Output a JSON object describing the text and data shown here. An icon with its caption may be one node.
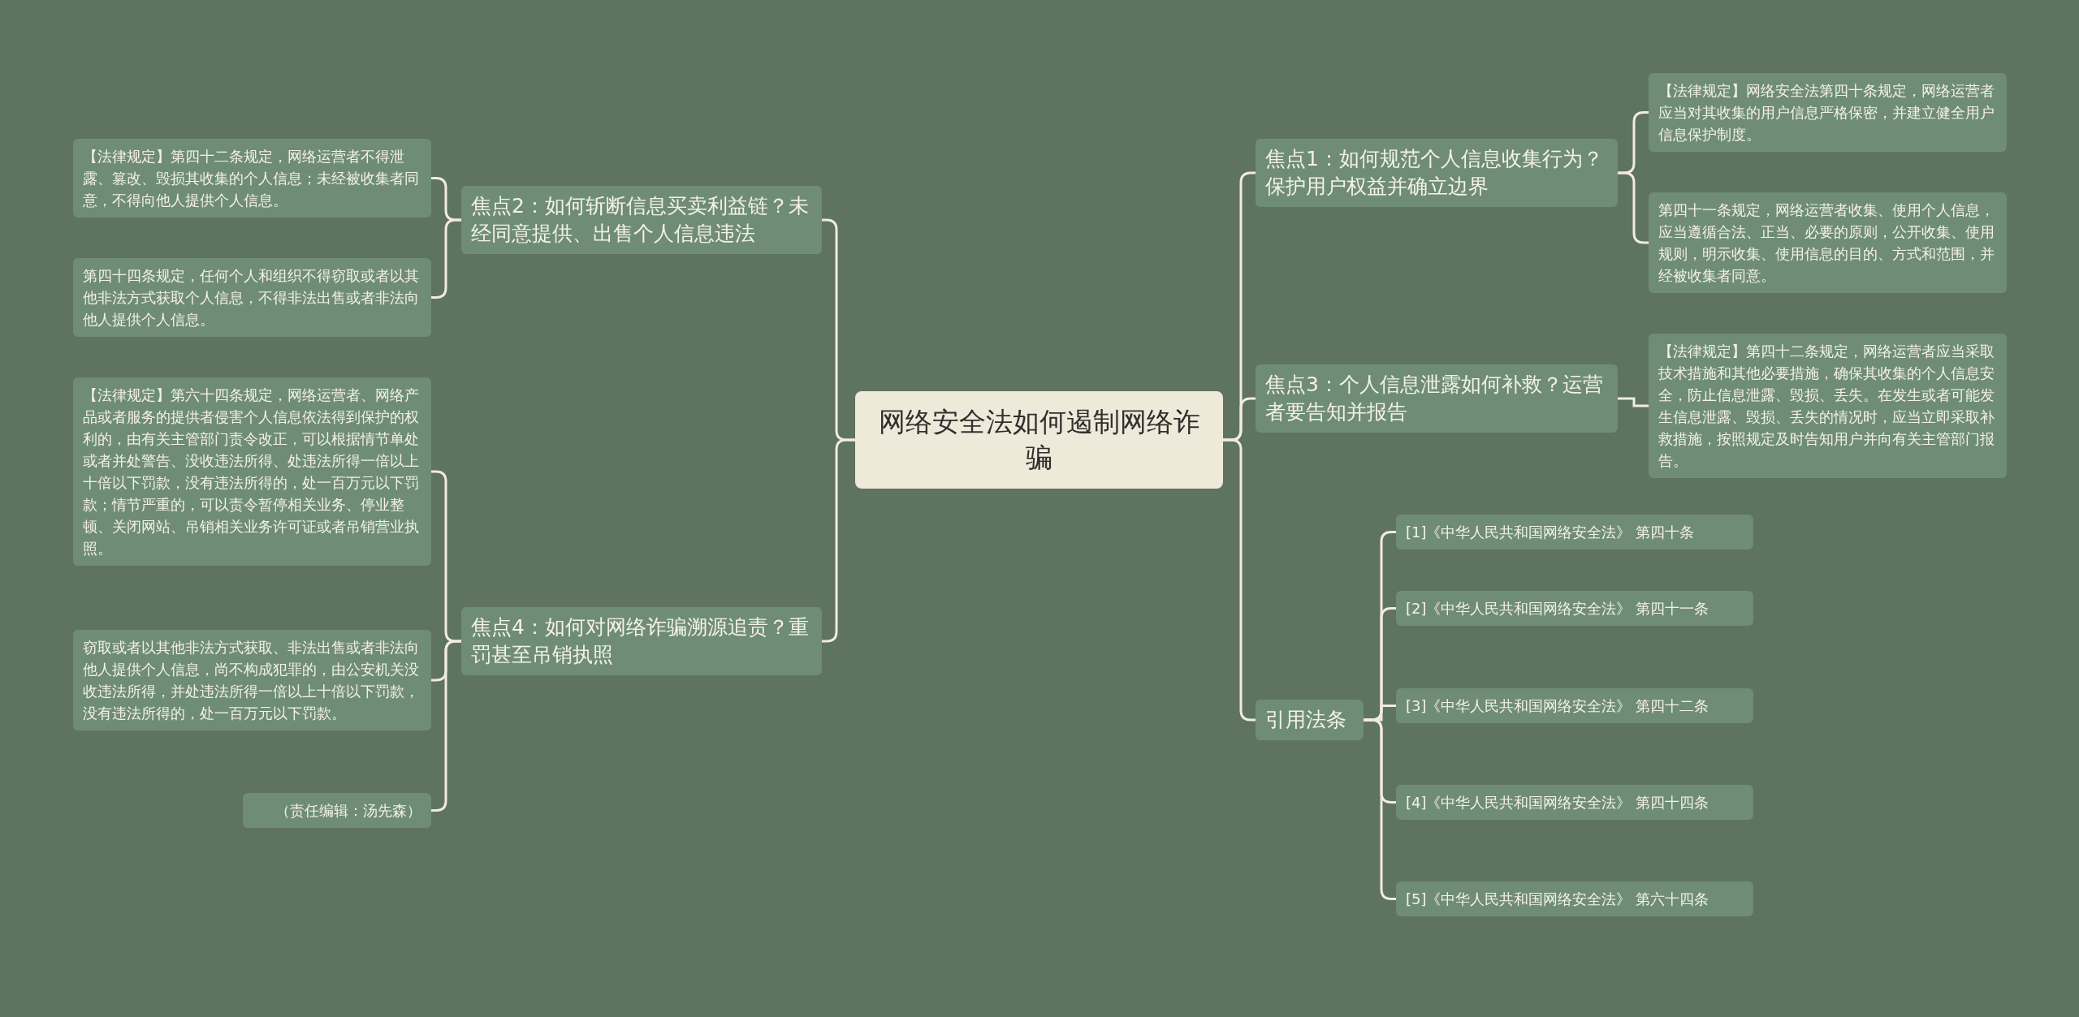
{
  "diagram": {
    "nodes": [
      {
        "text": [
          "网络安全法如何遏制网络诈骗"
        ]
      },
      {
        "text": [
          "焦点2：如何斩断信息买卖利益链？未经同意提供、出售个人信息违法"
        ]
      },
      {
        "text": [
          "【法律规定】第四十二条规定，网络运营者不得泄露、篡改、毁损其收集的个人信息；未经被收集者同意，不得向他人提供个人信息。"
        ]
      },
      {
        "text": [
          "第四十四条规定，任何个人和组织不得窃取或者以其他非法方式获取个人信息，不得非法出售或者非法向他人提供个人信息。"
        ]
      },
      {
        "text": [
          "焦点4：如何对网络诈骗溯源追责？重罚甚至吊销执照"
        ]
      },
      {
        "text": [
          "【法律规定】第六十四条规定，网络运营者、网络产品或者服务的提供者侵害个人信息依法得到保护的权利的，由有关主管部门责令改正，可以根据情节单处或者并处警告、没收违法所得、处违法所得一倍以上十倍以下罚款，没有违法所得的，处一百万元以下罚款；情节严重的，可以责令暂停相关业务、停业整顿、关闭网站、吊销相关业务许可证或者吊销营业执照。"
        ]
      },
      {
        "text": [
          "窃取或者以其他非法方式获取、非法出售或者非法向他人提供个人信息，尚不构成犯罪的，由公安机关没收违法所得，并处违法所得一倍以上十倍以下罚款，没有违法所得的，处一百万元以下罚款。"
        ]
      },
      {
        "text": [
          "（责任编辑：汤先森）"
        ]
      },
      {
        "text": [
          "焦点1：如何规范个人信息收集行为？保护用户权益并确立边界"
        ]
      },
      {
        "text": [
          "【法律规定】网络安全法第四十条规定，网络运营者应当对其收集的用户信息严格保密，并建立健全用户信息保护制度。"
        ]
      },
      {
        "text": [
          "第四十一条规定，网络运营者收集、使用个人信息，应当遵循合法、正当、必要的原则，公开收集、使用规则，明示收集、使用信息的目的、方式和范围，并经被收集者同意。"
        ]
      },
      {
        "text": [
          "焦点3：个人信息泄露如何补救？运营者要告知并报告"
        ]
      },
      {
        "text": [
          "【法律规定】第四十二条规定，网络运营者应当采取技术措施和其他必要措施，确保其收集的个人信息安全，防止信息泄露、毁损、丢失。在发生或者可能发生信息泄露、毁损、丢失的情况时，应当立即采取补救措施，按照规定及时告知用户并向有关主管部门报告。"
        ]
      },
      {
        "text": [
          "引用法条"
        ]
      },
      {
        "text": [
          "[1]《中华人民共和国网络安全法》 第四十条"
        ]
      },
      {
        "text": [
          "[2]《中华人民共和国网络安全法》 第四十一条"
        ]
      },
      {
        "text": [
          "[3]《中华人民共和国网络安全法》 第四十二条"
        ]
      },
      {
        "text": [
          "[4]《中华人民共和国网络安全法》 第四十四条"
        ]
      },
      {
        "text": [
          "[5]《中华人民共和国网络安全法》 第六十四条"
        ]
      }
    ],
    "edges": [
      {
        "from": 0,
        "to": 1,
        "arrow": "none"
      },
      {
        "from": 1,
        "to": 2,
        "arrow": "none"
      },
      {
        "from": 1,
        "to": 3,
        "arrow": "none"
      },
      {
        "from": 0,
        "to": 4,
        "arrow": "none"
      },
      {
        "from": 4,
        "to": 5,
        "arrow": "none"
      },
      {
        "from": 4,
        "to": 6,
        "arrow": "none"
      },
      {
        "from": 4,
        "to": 7,
        "arrow": "none"
      },
      {
        "from": 0,
        "to": 8,
        "arrow": "none"
      },
      {
        "from": 8,
        "to": 9,
        "arrow": "none"
      },
      {
        "from": 8,
        "to": 10,
        "arrow": "none"
      },
      {
        "from": 0,
        "to": 11,
        "arrow": "none"
      },
      {
        "from": 11,
        "to": 12,
        "arrow": "none"
      },
      {
        "from": 0,
        "to": 13,
        "arrow": "none"
      },
      {
        "from": 13,
        "to": 14,
        "arrow": "none"
      },
      {
        "from": 13,
        "to": 15,
        "arrow": "none"
      },
      {
        "from": 13,
        "to": 16,
        "arrow": "none"
      },
      {
        "from": 13,
        "to": 17,
        "arrow": "none"
      },
      {
        "from": 13,
        "to": 18,
        "arrow": "none"
      }
    ]
  }
}
